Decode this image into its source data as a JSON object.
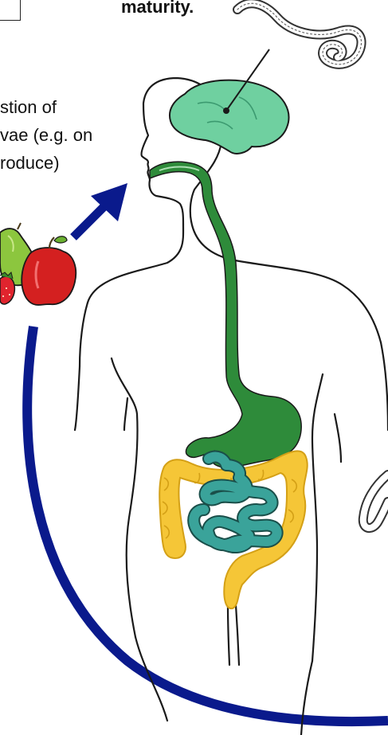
{
  "labels": {
    "maturity": "maturity.",
    "ingestion_lines": [
      "stion of",
      "vae (e.g. on",
      "roduce)"
    ]
  },
  "colors": {
    "outline": "#1a1a1a",
    "brain": "#6fd0a0",
    "digestive_tract": "#2e8b3a",
    "large_intestine": "#f5c637",
    "small_intestine": "#3aa39a",
    "arrow": "#0a1a8c",
    "apple": "#d42020",
    "pear": "#8cc63e",
    "strawberry": "#e0242e"
  },
  "icons": {
    "worm_top": "worm-icon",
    "worm_right": "worm-icon",
    "fruit": "fruit-icon"
  }
}
